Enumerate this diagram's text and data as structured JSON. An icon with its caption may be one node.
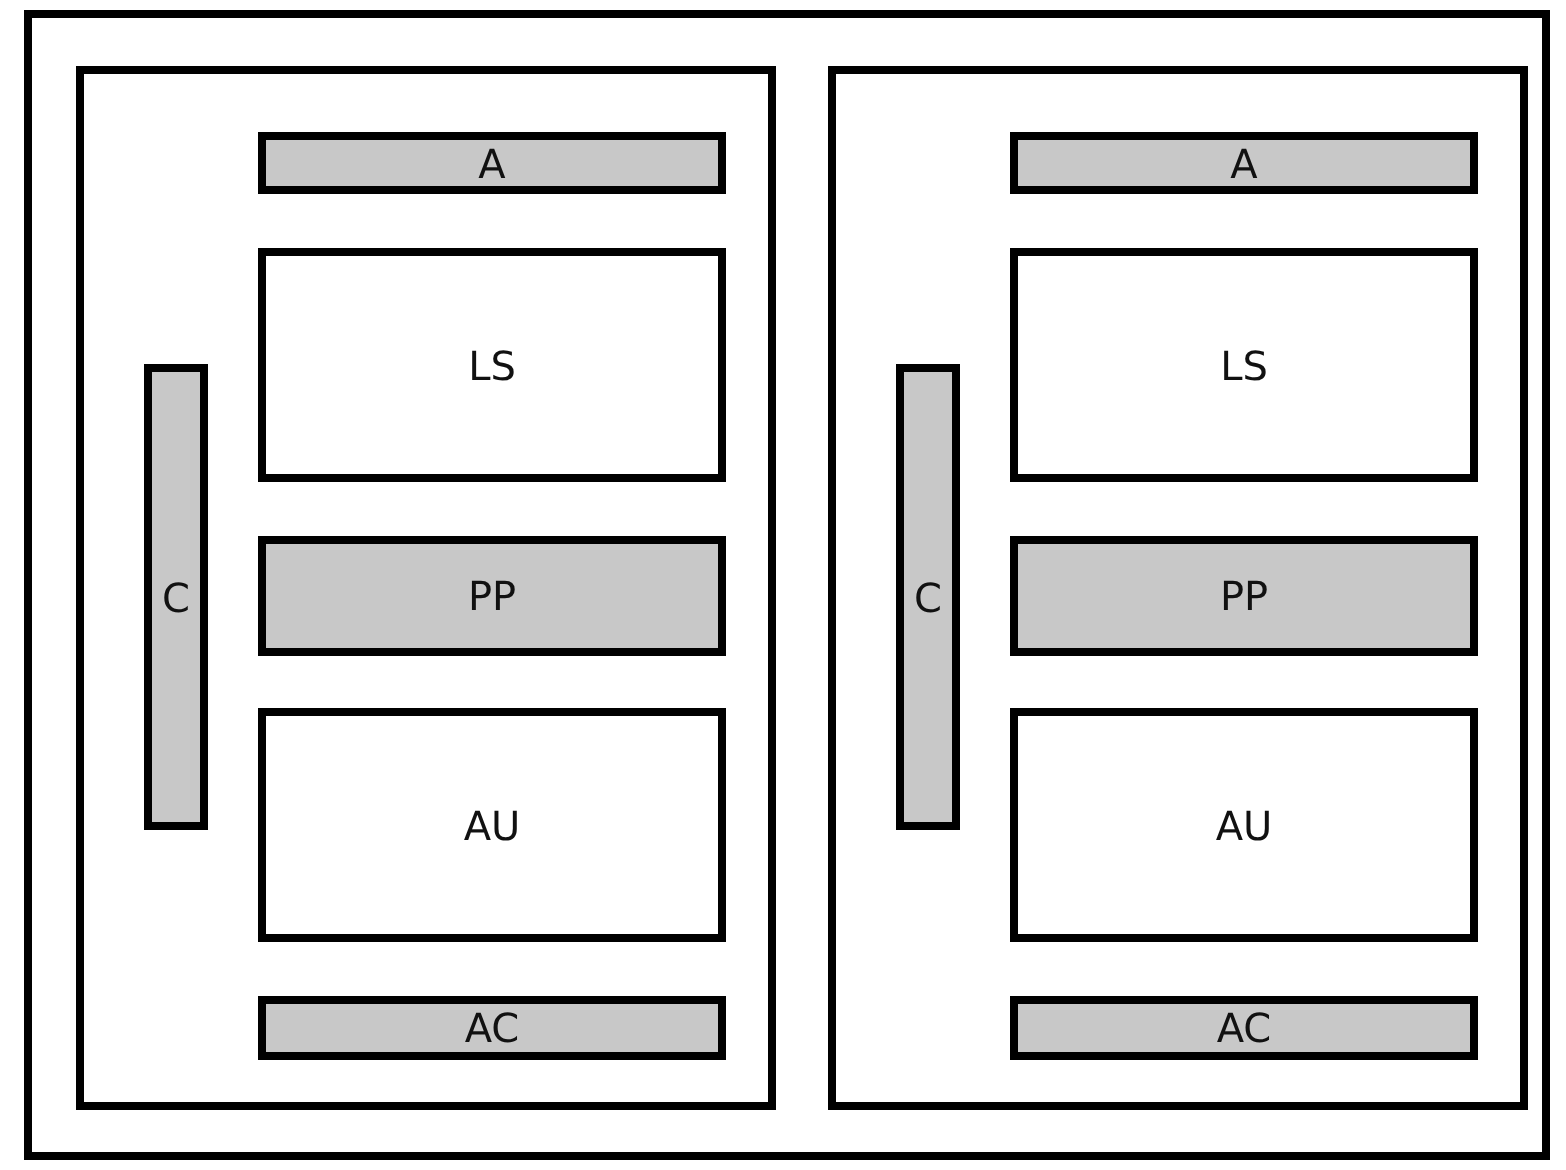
{
  "diagram": {
    "nodes": [
      {
        "text": [],
        "shape": "box"
      },
      {
        "text": [],
        "shape": "box",
        "in": 0
      },
      {
        "text": [
          "C"
        ],
        "in": 1
      },
      {
        "text": [
          "A"
        ],
        "in": 1
      },
      {
        "text": [
          "LS"
        ],
        "in": 1
      },
      {
        "text": [
          "PP"
        ],
        "in": 1
      },
      {
        "text": [
          "AU"
        ],
        "in": 1
      },
      {
        "text": [
          "AC"
        ],
        "in": 1
      },
      {
        "text": [],
        "shape": "box",
        "in": 0
      },
      {
        "text": [
          "C"
        ],
        "in": 8
      },
      {
        "text": [
          "A"
        ],
        "in": 8
      },
      {
        "text": [
          "LS"
        ],
        "in": 8
      },
      {
        "text": [
          "PP"
        ],
        "in": 8
      },
      {
        "text": [
          "AU"
        ],
        "in": 8
      },
      {
        "text": [
          "AC"
        ],
        "in": 8
      }
    ]
  }
}
